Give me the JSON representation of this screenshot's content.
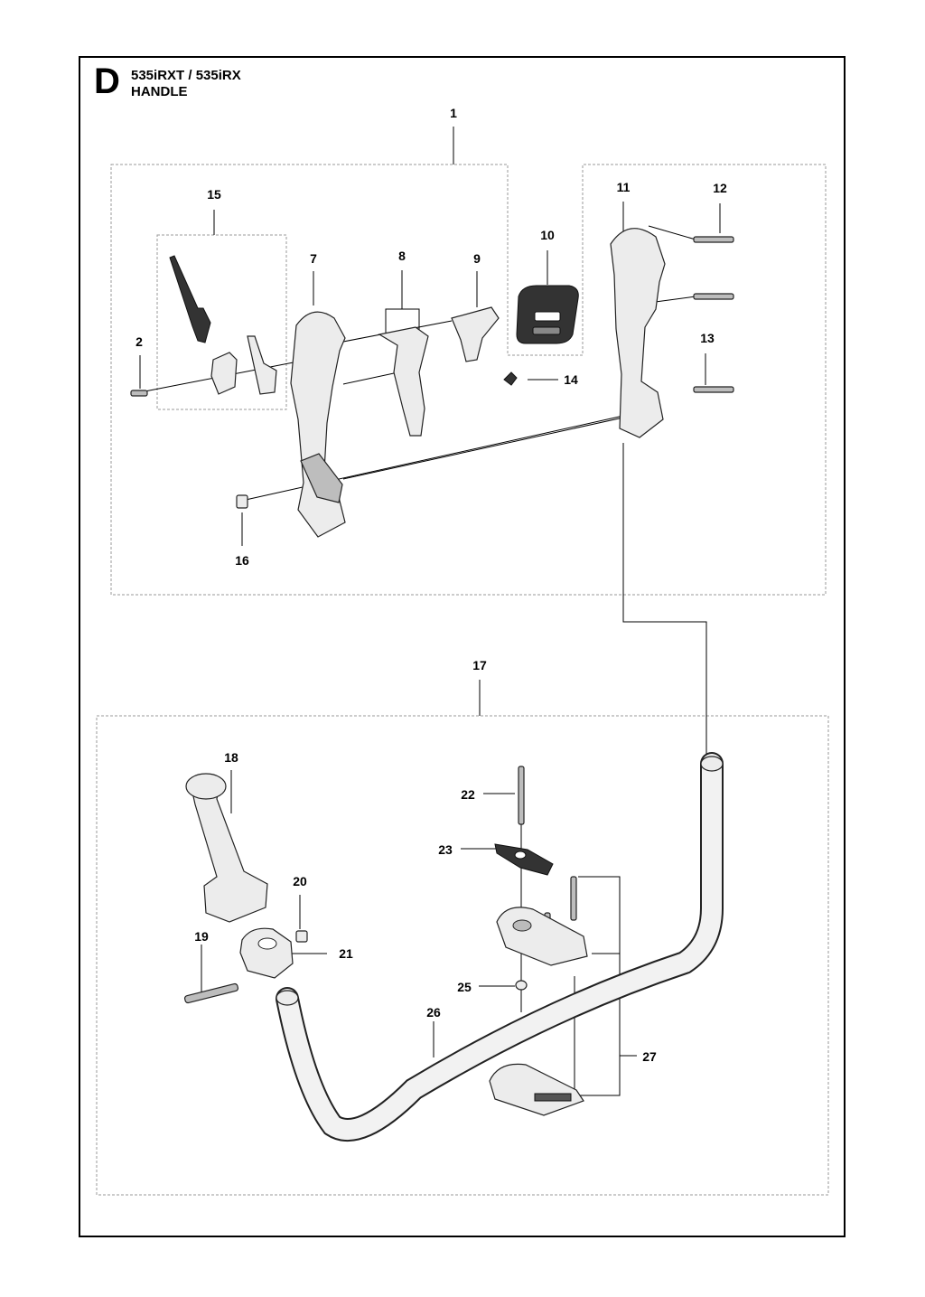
{
  "header": {
    "section_letter": "D",
    "model": "535iRXT / 535iRX",
    "title": "HANDLE"
  },
  "callouts": [
    {
      "id": "c1",
      "label": "1"
    },
    {
      "id": "c2",
      "label": "2"
    },
    {
      "id": "c7",
      "label": "7"
    },
    {
      "id": "c8",
      "label": "8"
    },
    {
      "id": "c9",
      "label": "9"
    },
    {
      "id": "c10",
      "label": "10"
    },
    {
      "id": "c11",
      "label": "11"
    },
    {
      "id": "c12",
      "label": "12"
    },
    {
      "id": "c13",
      "label": "13"
    },
    {
      "id": "c14",
      "label": "14"
    },
    {
      "id": "c15",
      "label": "15"
    },
    {
      "id": "c16",
      "label": "16"
    },
    {
      "id": "c17",
      "label": "17"
    },
    {
      "id": "c18",
      "label": "18"
    },
    {
      "id": "c19",
      "label": "19"
    },
    {
      "id": "c20",
      "label": "20"
    },
    {
      "id": "c21",
      "label": "21"
    },
    {
      "id": "c22",
      "label": "22"
    },
    {
      "id": "c23",
      "label": "23"
    },
    {
      "id": "c25",
      "label": "25"
    },
    {
      "id": "c26",
      "label": "26"
    },
    {
      "id": "c27",
      "label": "27"
    }
  ]
}
